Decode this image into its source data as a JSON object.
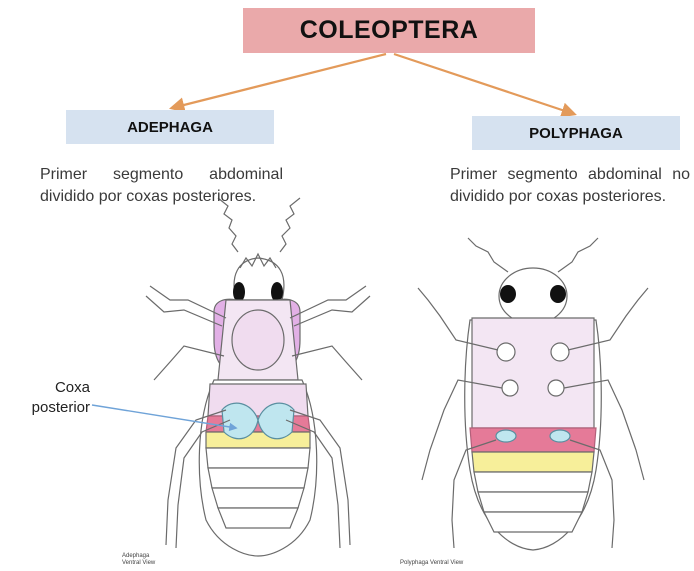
{
  "title": "COLEOPTERA",
  "groups": [
    {
      "name": "ADEPHAGA",
      "description": "Primer segmento abdominal dividido por coxas posteriores.",
      "caption_line1": "Adephaga",
      "caption_line2": "Ventral View"
    },
    {
      "name": "POLYPHAGA",
      "description": "Primer segmento abdominal no dividido por coxas posteriores.",
      "caption_line1": "Polyphaga Ventral View"
    }
  ],
  "callout": {
    "line1": "Coxa",
    "line2": "posterior"
  },
  "colors": {
    "title_bg": "#eaa9aa",
    "group_bg": "#d6e2f0",
    "arrow": "#e39a5a",
    "callout_line": "#6fa3d8",
    "coxa": "#bfe6ef",
    "thorax_pink": "#e2b0e6",
    "body_lavender": "#f0dcef",
    "segment_red": "#e57a98",
    "segment_yellow": "#f7ef9a"
  }
}
